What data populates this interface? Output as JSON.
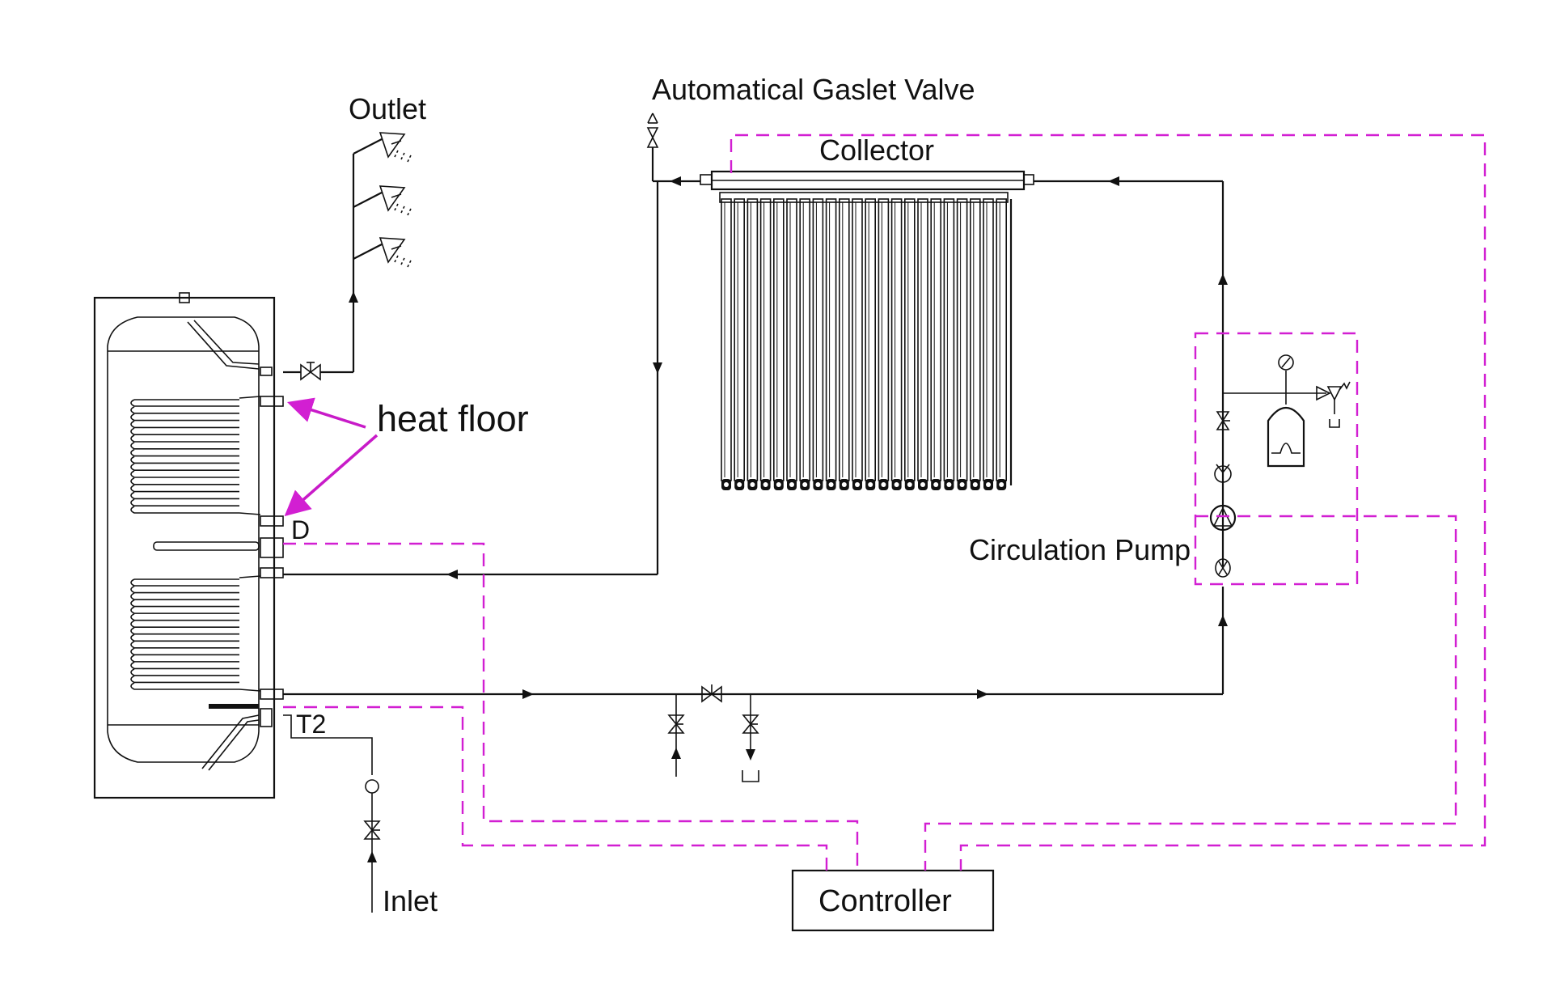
{
  "labels": {
    "outlet": "Outlet",
    "gas_valve": "Automatical Gaslet Valve",
    "collector": "Collector",
    "heat_floor": "heat floor",
    "d": "D",
    "circulation_pump": "Circulation Pump",
    "t2": "T2",
    "inlet": "Inlet",
    "controller": "Controller"
  },
  "colors": {
    "line": "#111111",
    "signal": "#d21fd2",
    "background": "#ffffff"
  }
}
